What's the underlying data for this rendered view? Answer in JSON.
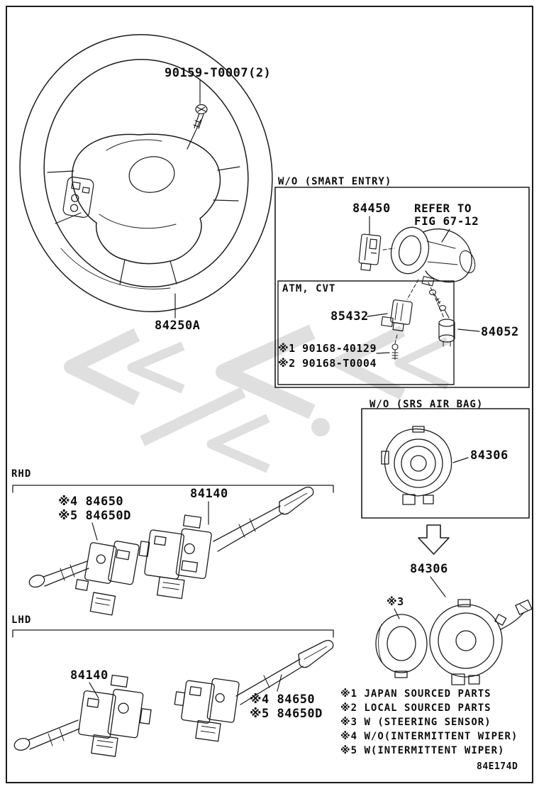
{
  "colors": {
    "ink": "#1c1c1c",
    "watermark": "#c5c5c5"
  },
  "icons": {
    "down_arrow": "down-arrow"
  },
  "parts": {
    "screw_bolt": "90159-T0007(2)",
    "steering_wheel": "84250A",
    "ignition_switch": "84450",
    "refer_line1": "REFER TO",
    "refer_line2": "FIG 67-12",
    "key_interlock": "85432",
    "note1_screw": "※1 90168-40129",
    "note2_screw": "※2 90168-T0004",
    "unlock_warning_switch": "84052",
    "spiral_cable_no_srs": "84306",
    "spiral_cable": "84306",
    "sensor_note": "※3",
    "rhd": {
      "wiper_a": "※4 84650",
      "wiper_b": "※5 84650D",
      "turn": "84140"
    },
    "lhd": {
      "turn": "84140",
      "wiper_a": "※4 84650",
      "wiper_b": "※5 84650D"
    }
  },
  "sections": {
    "smart_entry": "W/O (SMART ENTRY)",
    "atm_cvt": "ATM, CVT",
    "srs_airbag": "W/O (SRS AIR BAG)",
    "rhd": "RHD",
    "lhd": "LHD"
  },
  "legend": [
    "※1 JAPAN SOURCED PARTS",
    "※2 LOCAL SOURCED PARTS",
    "※3 W (STEERING SENSOR)",
    "※4 W/O(INTERMITTENT WIPER)",
    "※5 W(INTERMITTENT WIPER)"
  ],
  "footer": {
    "diagram_code": "84E174D"
  }
}
